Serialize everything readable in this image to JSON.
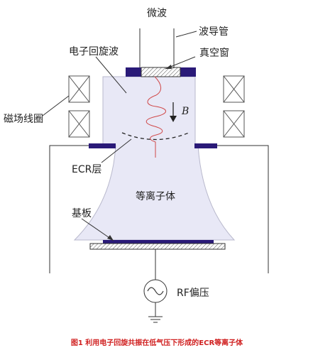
{
  "labels": {
    "microwave": "微波",
    "waveguide": "波导管",
    "ecr_wave": "电子回旋波",
    "vacuum_window": "真空窗",
    "magnet_coil": "磁场线圈",
    "b_field": "B",
    "ecr_layer": "ECR层",
    "plasma": "等离子体",
    "substrate": "基板",
    "rf_bias": "RF偏压"
  },
  "caption": "图1 利用电子回旋共振在低气压下形成的ECR等离子体",
  "colors": {
    "plasma_fill": "#e8e8f6",
    "dark_blue": "#2a1a78",
    "wave_red": "#d04848",
    "line": "#333333",
    "caption_red": "#d02020"
  }
}
